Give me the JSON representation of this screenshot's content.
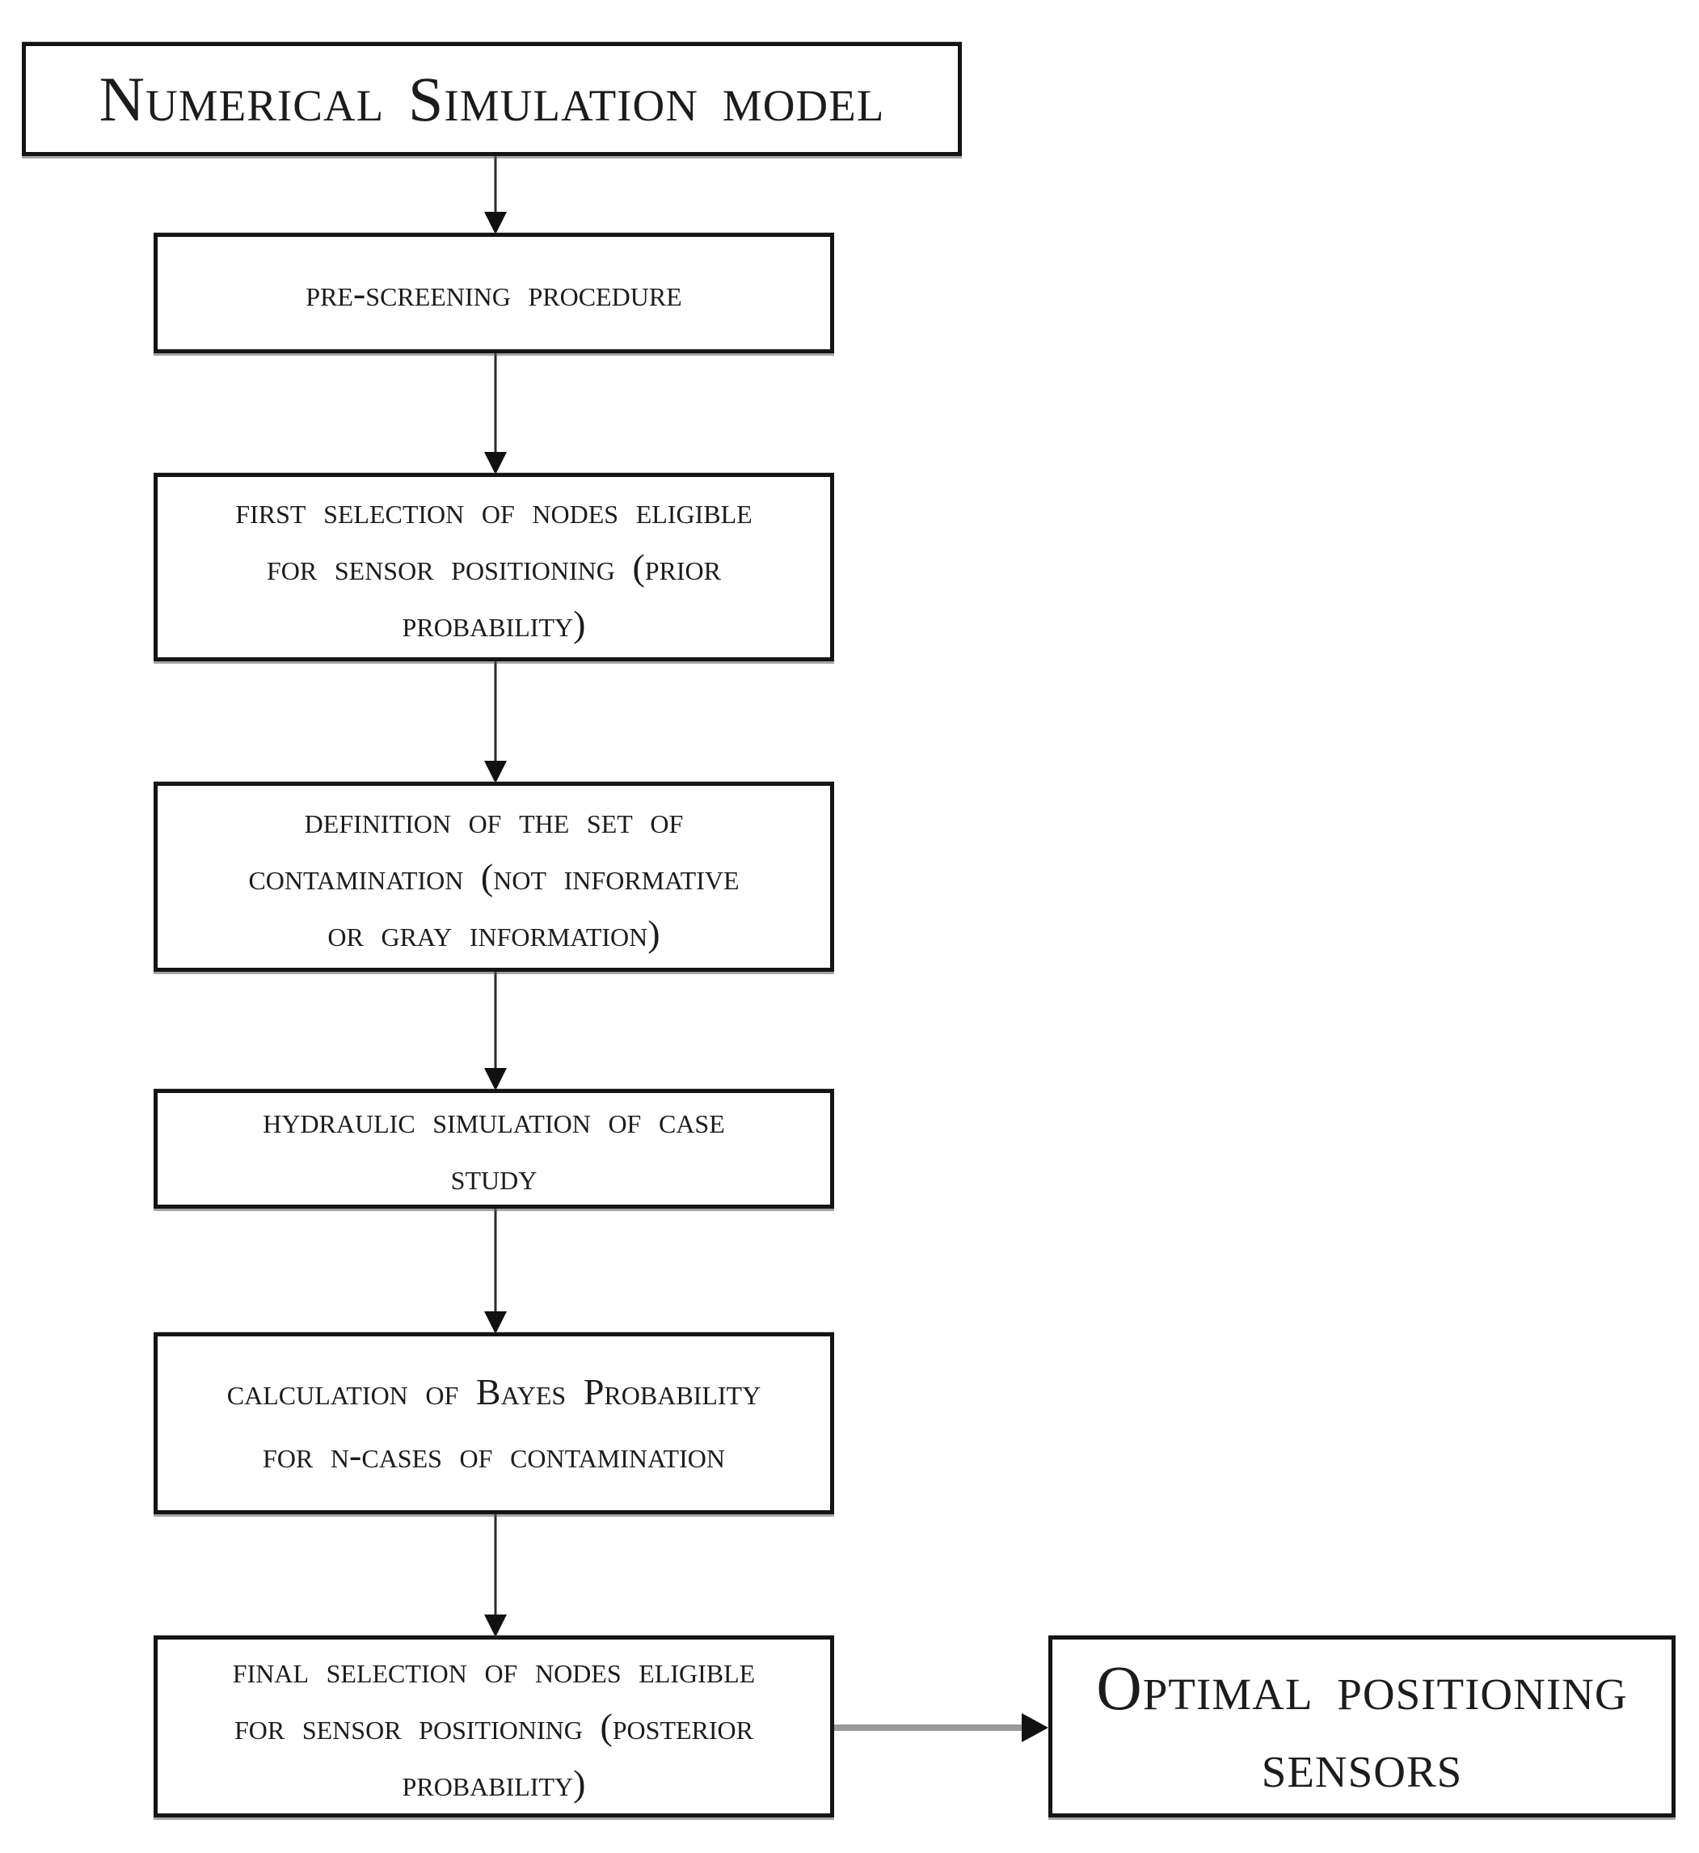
{
  "diagram": {
    "type": "flowchart",
    "background_color": "#ffffff",
    "box_border_color": "#141414",
    "text_color": "#1c1c1c",
    "connector_color": "#2b2b2b",
    "horizontal_connector_color": "#9b9b9b",
    "arrowhead_color": "#111111",
    "nodes": [
      {
        "id": "numerical-simulation-model",
        "label": "Numerical Simulation model",
        "lines": [
          "Numerical Simulation model"
        ]
      },
      {
        "id": "pre-screening-procedure",
        "label": "pre-screening procedure",
        "lines": [
          "pre-screening procedure"
        ]
      },
      {
        "id": "first-selection-prior",
        "label": "first selection of nodes eligible for sensor positioning (prior probability)",
        "lines": [
          "first selection of nodes eligible",
          "for sensor positioning (prior",
          "probability)"
        ]
      },
      {
        "id": "contamination-set-definition",
        "label": "definition of the set of contamination (not informative or gray information)",
        "lines": [
          "definition of the set of",
          "contamination (not informative",
          "or gray information)"
        ]
      },
      {
        "id": "hydraulic-simulation-case-study",
        "label": "hydraulic simulation of case study",
        "lines": [
          "hydraulic simulation of case",
          "study"
        ]
      },
      {
        "id": "bayes-probability-calculation",
        "label": "calculation of Bayes Probability for n-cases of contamination",
        "lines": [
          "calculation of Bayes Probability",
          "for n-cases of contamination"
        ]
      },
      {
        "id": "final-selection-posterior",
        "label": "final selection of nodes eligible for sensor positioning (posterior probability)",
        "lines": [
          "final selection of nodes eligible",
          "for sensor positioning (posterior",
          "probability)"
        ]
      },
      {
        "id": "optimal-positioning-sensors",
        "label": "Optimal positioning sensors",
        "lines": [
          "Optimal positioning",
          "sensors"
        ]
      }
    ],
    "edges": [
      {
        "from": "numerical-simulation-model",
        "to": "pre-screening-procedure",
        "direction": "down"
      },
      {
        "from": "pre-screening-procedure",
        "to": "first-selection-prior",
        "direction": "down"
      },
      {
        "from": "first-selection-prior",
        "to": "contamination-set-definition",
        "direction": "down"
      },
      {
        "from": "contamination-set-definition",
        "to": "hydraulic-simulation-case-study",
        "direction": "down"
      },
      {
        "from": "hydraulic-simulation-case-study",
        "to": "bayes-probability-calculation",
        "direction": "down"
      },
      {
        "from": "bayes-probability-calculation",
        "to": "final-selection-posterior",
        "direction": "down"
      },
      {
        "from": "final-selection-posterior",
        "to": "optimal-positioning-sensors",
        "direction": "right"
      }
    ]
  }
}
